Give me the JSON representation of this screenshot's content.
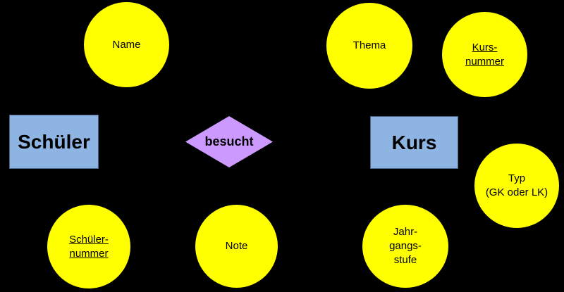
{
  "diagram": {
    "type": "entity-relationship-diagram",
    "colors": {
      "background": "#000000",
      "attribute_fill": "#FFFF00",
      "entity_fill": "#8DB4E2",
      "entity_border": "#4A6184",
      "relationship_fill": "#CC99FF",
      "text": "#000000"
    },
    "entities": [
      {
        "label": "Schüler"
      },
      {
        "label": "Kurs"
      }
    ],
    "relationship": {
      "label": "besucht"
    },
    "attributes": [
      {
        "name": "Name",
        "key": false,
        "lines": [
          "Name"
        ]
      },
      {
        "name": "Thema",
        "key": false,
        "lines": [
          "Thema"
        ]
      },
      {
        "name": "Kursnummer",
        "key": true,
        "lines": [
          "Kurs-",
          "nummer"
        ]
      },
      {
        "name": "Typ",
        "key": false,
        "lines": [
          "Typ",
          "(GK oder LK)"
        ]
      },
      {
        "name": "Schülernummer",
        "key": true,
        "lines": [
          "Schüler-",
          "nummer"
        ]
      },
      {
        "name": "Note",
        "key": false,
        "lines": [
          "Note"
        ]
      },
      {
        "name": "Jahrgangsstufe",
        "key": false,
        "lines": [
          "Jahr-",
          "gangs-",
          "stufe"
        ]
      }
    ]
  }
}
